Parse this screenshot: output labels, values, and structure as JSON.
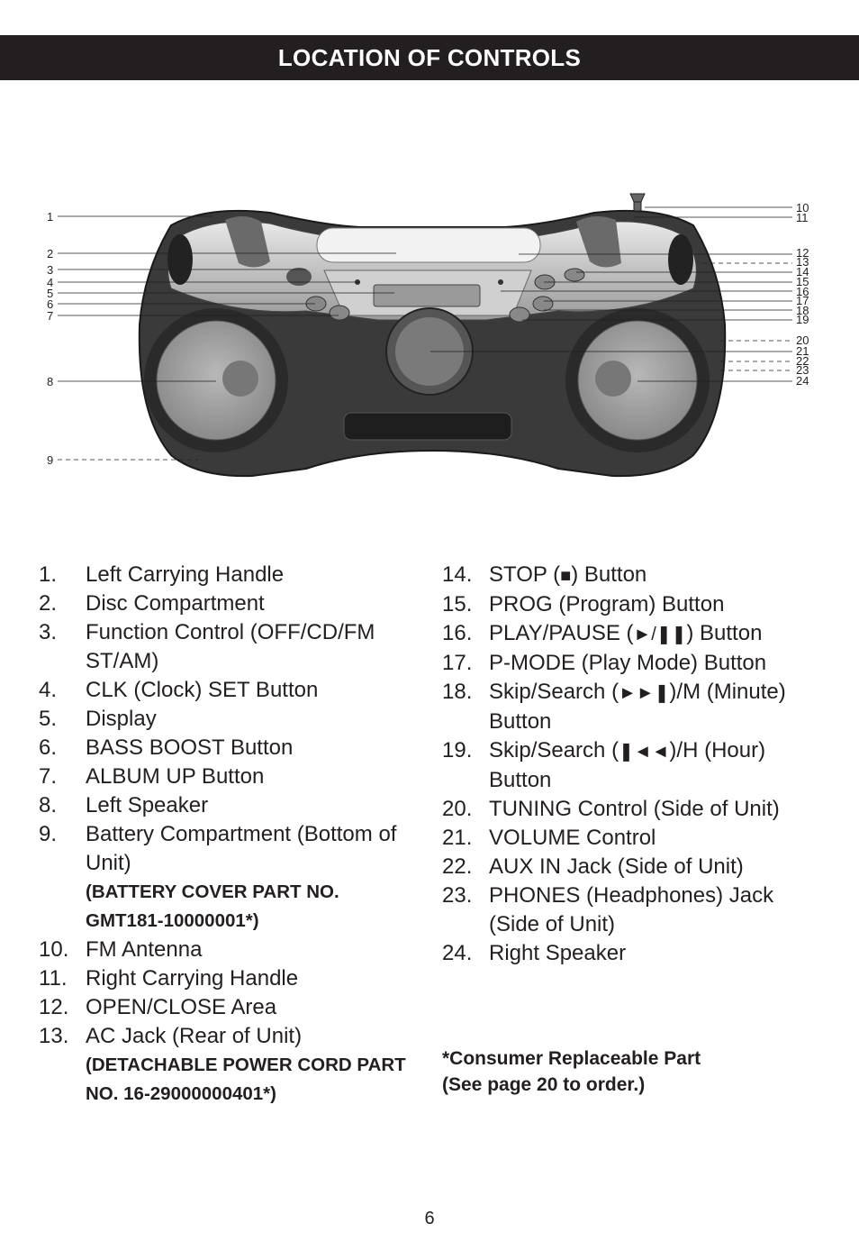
{
  "header": {
    "title": "LOCATION OF CONTROLS"
  },
  "diagram": {
    "callouts": [
      "1",
      "2",
      "3",
      "4",
      "5",
      "6",
      "7",
      "8",
      "9",
      "10",
      "11",
      "12",
      "13",
      "14",
      "15",
      "16",
      "17",
      "18",
      "19",
      "20",
      "21",
      "22",
      "23",
      "24"
    ]
  },
  "list_left": [
    {
      "num": "1.",
      "text": "Left Carrying Handle"
    },
    {
      "num": "2.",
      "text": "Disc Compartment"
    },
    {
      "num": "3.",
      "text": "Function Control (OFF/CD/FM ST/AM)"
    },
    {
      "num": "4.",
      "text": "CLK (Clock) SET Button"
    },
    {
      "num": "5.",
      "text": "Display"
    },
    {
      "num": "6.",
      "text": "BASS BOOST Button"
    },
    {
      "num": "7.",
      "text": "ALBUM UP Button"
    },
    {
      "num": "8.",
      "text": "Left Speaker"
    },
    {
      "num": "9.",
      "text": "Battery Compartment (Bottom of Unit)",
      "note": "(BATTERY COVER PART NO. GMT181-10000001*)"
    },
    {
      "num": "10.",
      "text": "FM Antenna"
    },
    {
      "num": "11.",
      "text": "Right Carrying Handle"
    },
    {
      "num": "12.",
      "text": "OPEN/CLOSE Area"
    },
    {
      "num": "13.",
      "text": "AC Jack (Rear of Unit)",
      "note": "(DETACHABLE POWER CORD PART NO. 16-29000000401*)"
    }
  ],
  "list_right": [
    {
      "num": "14.",
      "pre": "STOP (",
      "symbol": "■",
      "post": ") Button"
    },
    {
      "num": "15.",
      "pre": "PROG (Program) Button"
    },
    {
      "num": "16.",
      "pre": "PLAY/PAUSE (",
      "symbol": "►/❚❚",
      "post": ") Button"
    },
    {
      "num": "17.",
      "pre": "P-MODE (Play Mode) Button"
    },
    {
      "num": "18.",
      "pre": "Skip/Search (",
      "symbol": "►►❚",
      "post": ")/M (Minute) Button"
    },
    {
      "num": "19.",
      "pre": "Skip/Search (",
      "symbol": "❚◄◄",
      "post": ")/H (Hour) Button"
    },
    {
      "num": "20.",
      "pre": "TUNING Control (Side of Unit)"
    },
    {
      "num": "21.",
      "pre": "VOLUME Control"
    },
    {
      "num": "22.",
      "pre": "AUX IN Jack (Side of Unit)"
    },
    {
      "num": "23.",
      "pre": "PHONES (Headphones) Jack (Side of Unit)"
    },
    {
      "num": "24.",
      "pre": "Right Speaker"
    }
  ],
  "footnote": {
    "line1": "*Consumer Replaceable Part",
    "line2": "(See page 20 to order.)"
  },
  "page_number": "6"
}
